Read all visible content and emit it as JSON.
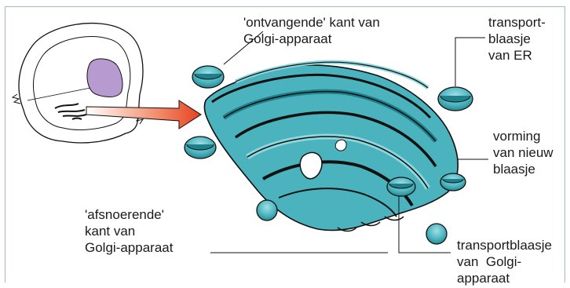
{
  "labels": {
    "receiving": "'ontvangende' kant van\nGolgi-apparaat",
    "er_vesicle": "transport-\nblaasje\nvan ER",
    "new_vesicle": "vorming\nvan nieuw\nblaasje",
    "releasing": "'afsnoerende'\nkant van\nGolgi-apparaat",
    "golgi_vesicle": "transportblaasje\nvan  Golgi-\napparaat"
  },
  "colors": {
    "golgi_fill": "#4ab3bd",
    "golgi_light": "#8fd6dd",
    "golgi_dark": "#1f7f8a",
    "nucleus": "#b79ad0",
    "arrow_tip": "#e8421f",
    "outline": "#111111"
  }
}
